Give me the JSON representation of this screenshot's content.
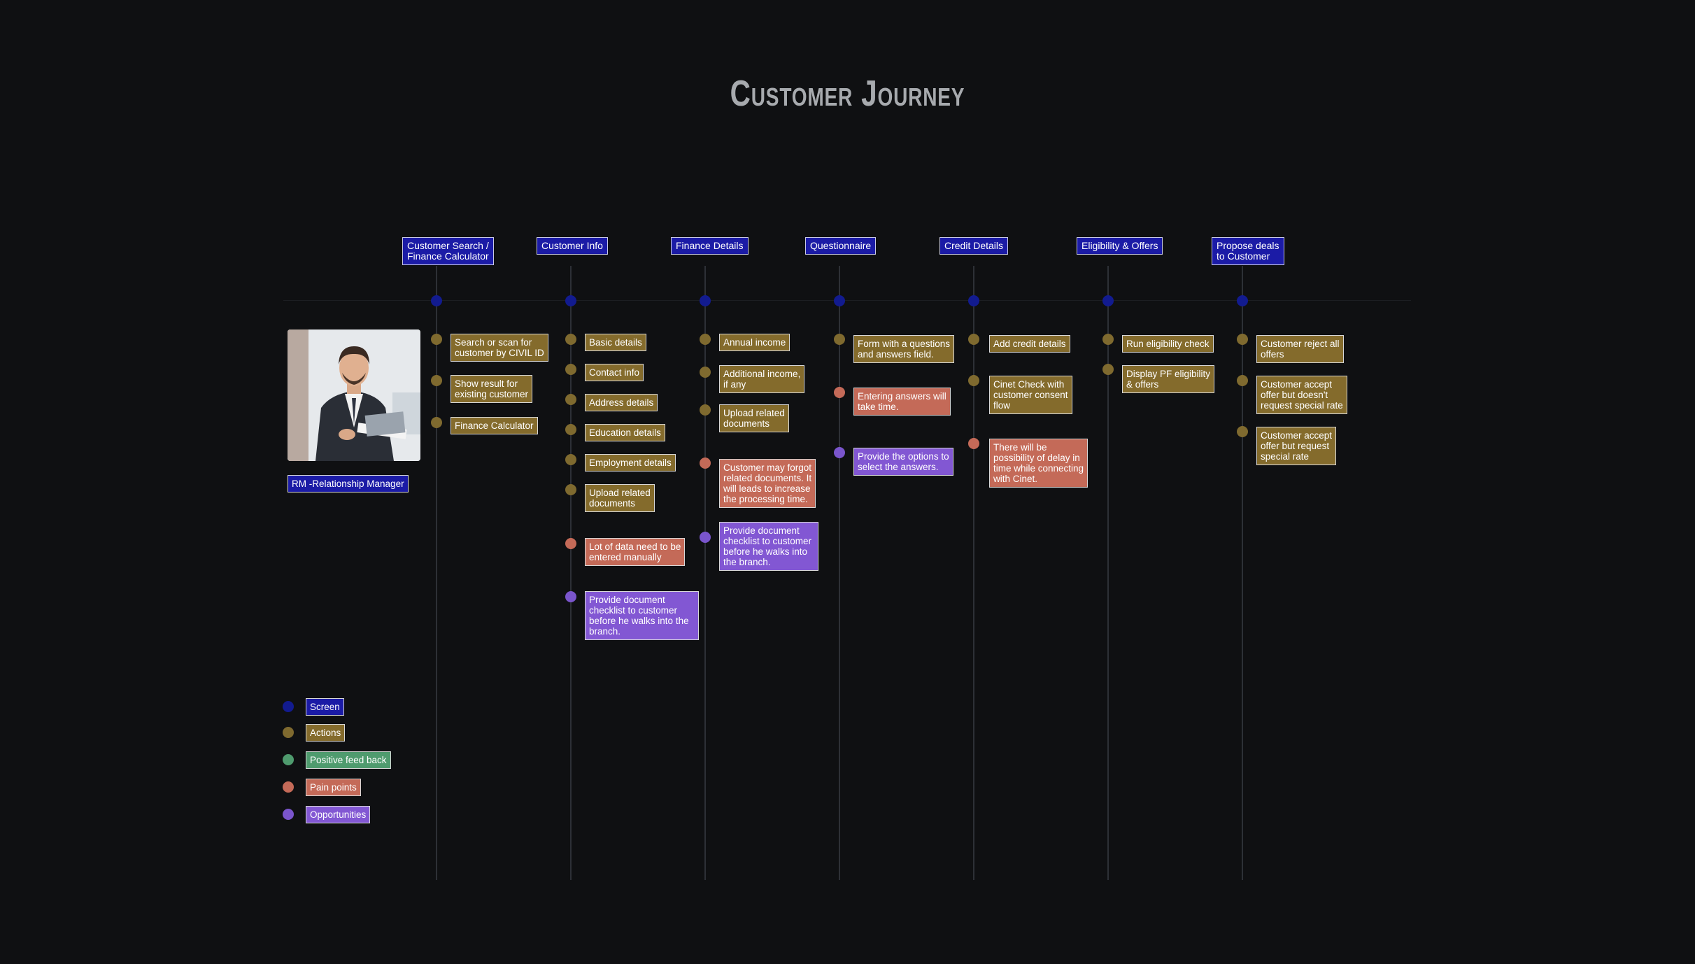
{
  "title": "Customer Journey",
  "persona": {
    "label": "RM -Relationship Manager"
  },
  "stages": [
    {
      "label": "Customer Search /\nFinance Calculator"
    },
    {
      "label": "Customer Info"
    },
    {
      "label": "Finance Details"
    },
    {
      "label": "Questionnaire"
    },
    {
      "label": "Credit Details"
    },
    {
      "label": "Eligibility & Offers"
    },
    {
      "label": "Propose deals\nto Customer"
    }
  ],
  "cards": {
    "s1": [
      "Search or scan for\ncustomer by CIVIL ID",
      "Show result for\nexisting customer",
      "Finance Calculator"
    ],
    "s2": [
      "Basic details",
      "Contact info",
      "Address details",
      "Education details",
      "Employment details",
      "Upload related\ndocuments",
      "Lot of data need to be\nentered manually",
      "Provide document\nchecklist to customer\nbefore he walks into the\nbranch."
    ],
    "s3": [
      "Annual income",
      "Additional income,\nif any",
      "Upload related\ndocuments",
      "Customer may forgot\nrelated documents. It\nwill leads to increase\nthe processing time.",
      "Provide document\nchecklist to customer\nbefore he walks into\nthe branch."
    ],
    "s4": [
      "Form with a questions\nand answers field.",
      "Entering answers will\ntake time.",
      "Provide the options to\nselect the answers."
    ],
    "s5": [
      "Add credit details",
      "Cinet Check with\ncustomer consent\nflow",
      "There will be\npossibility of delay in\ntime while connecting\nwith Cinet."
    ],
    "s6": [
      "Run eligibility check",
      "Display PF eligibility\n& offers"
    ],
    "s7": [
      "Customer reject all\noffers",
      "Customer accept\noffer but doesn't\nrequest special rate",
      "Customer accept\noffer but request\nspecial rate"
    ]
  },
  "legend": [
    {
      "label": "Screen",
      "color": "#121b8f"
    },
    {
      "label": "Actions",
      "color": "#846b2c"
    },
    {
      "label": "Positive feed back",
      "color": "#4f9b6e"
    },
    {
      "label": "Pain points",
      "color": "#c46a58"
    },
    {
      "label": "Opportunities",
      "color": "#8257d3"
    }
  ]
}
